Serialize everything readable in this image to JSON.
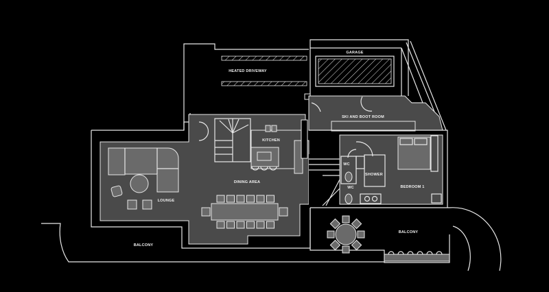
{
  "title": "Floor plan",
  "colors": {
    "background": "#000000",
    "room_fill": "#4a4a4a",
    "lines": "#e8e8e8",
    "furniture": "#6a6a6a"
  },
  "labels": {
    "garage": "GARAGE",
    "heated_driveway": "HEATED DRIVEWAY",
    "ski_boot_room": "SKI AND BOOT ROOM",
    "kitchen": "KITCHEN",
    "dining_area": "DINING AREA",
    "lounge": "LOUNGE",
    "wc_upper": "WC",
    "wc_lower": "WC",
    "shower": "SHOWER",
    "bedroom_1": "BEDROOM 1",
    "balcony_left": "BALCONY",
    "balcony_right": "BALCONY"
  }
}
